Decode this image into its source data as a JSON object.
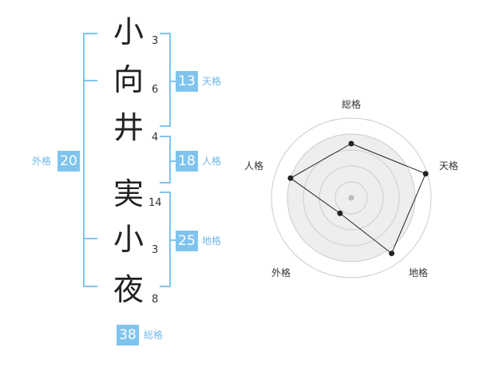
{
  "characters": [
    {
      "char": "小",
      "strokes": "3"
    },
    {
      "char": "向",
      "strokes": "6"
    },
    {
      "char": "井",
      "strokes": "4"
    },
    {
      "char": "実",
      "strokes": "14"
    },
    {
      "char": "小",
      "strokes": "3"
    },
    {
      "char": "夜",
      "strokes": "8"
    }
  ],
  "kakusu": {
    "tenkaku": {
      "value": "13",
      "label": "天格"
    },
    "jinkaku": {
      "value": "18",
      "label": "人格"
    },
    "chikaku": {
      "value": "25",
      "label": "地格"
    },
    "gaikaku": {
      "value": "20",
      "label": "外格"
    },
    "soukaku": {
      "value": "38",
      "label": "総格"
    }
  },
  "radar": {
    "axes": [
      "総格",
      "天格",
      "地格",
      "外格",
      "人格"
    ],
    "values": [
      0.68,
      0.98,
      0.86,
      0.24,
      0.8
    ],
    "rings": 5,
    "colors": {
      "ring": "#cccccc",
      "fill": "#eeeeee",
      "line": "#222222",
      "center": "#bbbbbb"
    }
  }
}
